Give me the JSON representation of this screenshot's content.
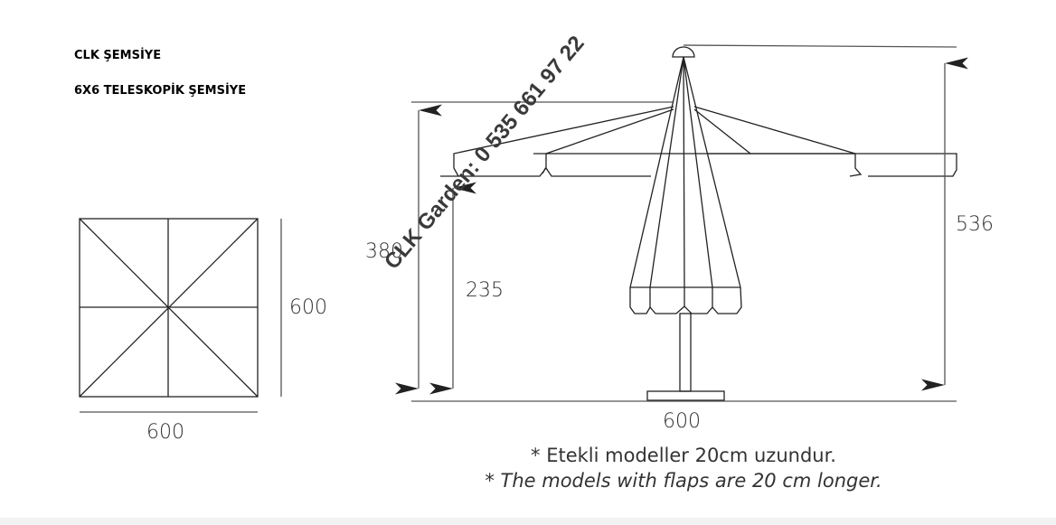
{
  "header": {
    "brand": "CLK ŞEMSİYE",
    "product": "6X6 TELESKOPİK ŞEMSİYE"
  },
  "dimensions": {
    "top_width": "600",
    "top_depth": "600",
    "side_width": "600",
    "height_open": "380",
    "height_clearance": "235",
    "height_total": "536"
  },
  "notes": {
    "tr": "* Etekli modeller 20cm uzundur.",
    "en": "* The models with flaps are 20 cm longer."
  },
  "watermark": "CLK Garden: 0 535 661 97 22"
}
